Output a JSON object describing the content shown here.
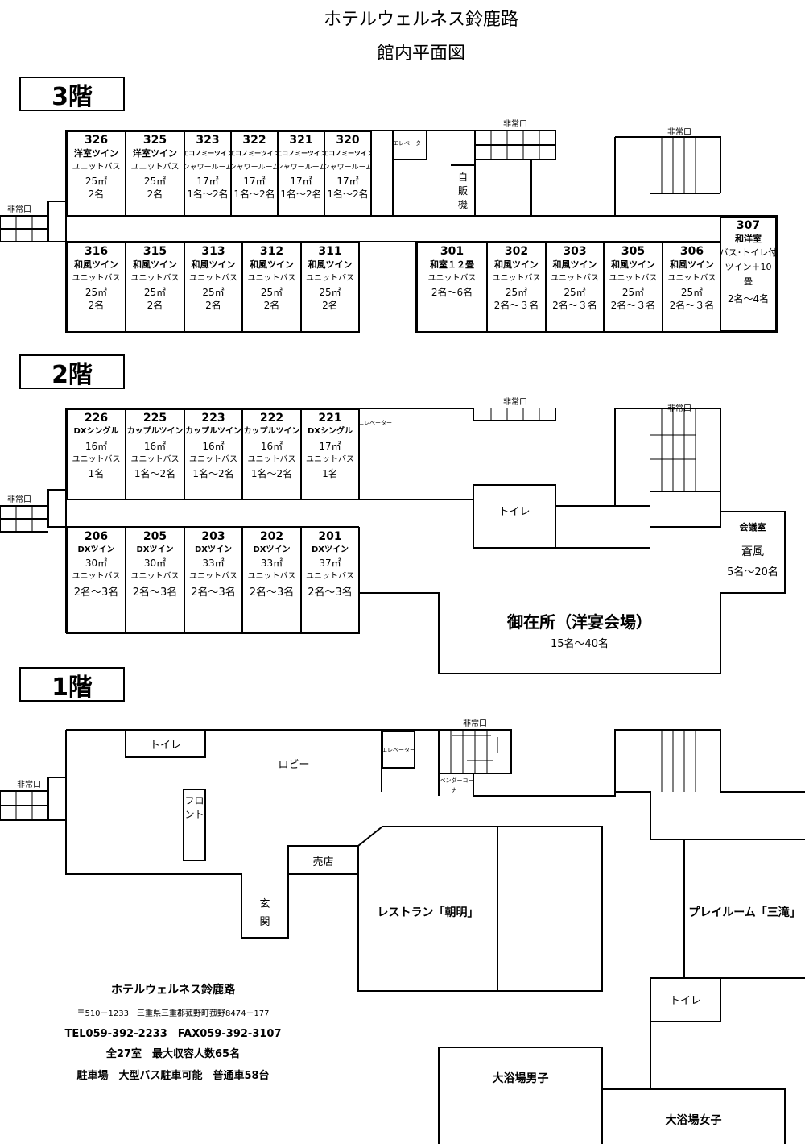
{
  "header": {
    "hotel_name": "ホテルウェルネス鈴鹿路",
    "subtitle": "館内平面図"
  },
  "floors": {
    "f3": "3階",
    "f2": "2階",
    "f1": "1階"
  },
  "labels": {
    "emergency_exit": "非常口",
    "elevator": "エレベーター",
    "vending_1": "自",
    "vending_2": "販",
    "vending_3": "機",
    "toilet": "トイレ",
    "lobby": "ロビー",
    "front": "フロント",
    "entrance_1": "玄",
    "entrance_2": "関",
    "shop": "売店",
    "vendor_corner_1": "ベンダーコー",
    "vendor_corner_2": "ナー",
    "restaurant": "レストラン「朝明」",
    "playroom": "プレイルーム「三滝」",
    "bath_men": "大浴場男子",
    "bath_women": "大浴場女子",
    "meeting_title": "会議室",
    "meeting_name": "蒼風",
    "meeting_cap": "5名～20名",
    "banquet_name": "御在所（洋宴会場）",
    "banquet_cap": "15名～40名"
  },
  "rooms3_top": [
    {
      "no": "326",
      "type": "洋室ツイン",
      "bath": "ユニットバス",
      "area": "25㎡",
      "cap": "2名"
    },
    {
      "no": "325",
      "type": "洋室ツイン",
      "bath": "ユニットバス",
      "area": "25㎡",
      "cap": "2名"
    },
    {
      "no": "323",
      "type": "エコノミーツイン",
      "bath": "シャワールーム",
      "area": "17㎡",
      "cap": "1名～2名"
    },
    {
      "no": "322",
      "type": "エコノミーツイン",
      "bath": "シャワールーム",
      "area": "17㎡",
      "cap": "1名～2名"
    },
    {
      "no": "321",
      "type": "エコノミーツイン",
      "bath": "シャワールーム",
      "area": "17㎡",
      "cap": "1名～2名"
    },
    {
      "no": "320",
      "type": "エコノミーツイン",
      "bath": "シャワールーム",
      "area": "17㎡",
      "cap": "1名～2名"
    }
  ],
  "rooms3_bottom_left": [
    {
      "no": "316",
      "type": "和風ツイン",
      "bath": "ユニットバス",
      "area": "25㎡",
      "cap": "2名"
    },
    {
      "no": "315",
      "type": "和風ツイン",
      "bath": "ユニットバス",
      "area": "25㎡",
      "cap": "2名"
    },
    {
      "no": "313",
      "type": "和風ツイン",
      "bath": "ユニットバス",
      "area": "25㎡",
      "cap": "2名"
    },
    {
      "no": "312",
      "type": "和風ツイン",
      "bath": "ユニットバス",
      "area": "25㎡",
      "cap": "2名"
    },
    {
      "no": "311",
      "type": "和風ツイン",
      "bath": "ユニットバス",
      "area": "25㎡",
      "cap": "2名"
    }
  ],
  "rooms3_bottom_right": [
    {
      "no": "301",
      "type": "和室１２畳",
      "bath": "ユニットバス",
      "area": "",
      "cap": "2名～6名"
    },
    {
      "no": "302",
      "type": "和風ツイン",
      "bath": "ユニットバス",
      "area": "25㎡",
      "cap": "2名～３名"
    },
    {
      "no": "303",
      "type": "和風ツイン",
      "bath": "ユニットバス",
      "area": "25㎡",
      "cap": "2名～３名"
    },
    {
      "no": "305",
      "type": "和風ツイン",
      "bath": "ユニットバス",
      "area": "25㎡",
      "cap": "2名～３名"
    },
    {
      "no": "306",
      "type": "和風ツイン",
      "bath": "ユニットバス",
      "area": "25㎡",
      "cap": "2名～３名"
    }
  ],
  "room307": {
    "no": "307",
    "type": "和洋室",
    "bath": "バス･トイレ付",
    "extra1": "ツイン＋10",
    "extra2": "畳",
    "cap": "2名～4名"
  },
  "rooms2_top": [
    {
      "no": "226",
      "type": "DXシングル",
      "area": "16㎡",
      "bath": "ユニットバス",
      "cap": "1名"
    },
    {
      "no": "225",
      "type": "カップルツイン",
      "area": "16㎡",
      "bath": "ユニットバス",
      "cap": "1名～2名"
    },
    {
      "no": "223",
      "type": "カップルツイン",
      "area": "16㎡",
      "bath": "ユニットバス",
      "cap": "1名～2名"
    },
    {
      "no": "222",
      "type": "カップルツイン",
      "area": "16㎡",
      "bath": "ユニットバス",
      "cap": "1名～2名"
    },
    {
      "no": "221",
      "type": "DXシングル",
      "area": "17㎡",
      "bath": "ユニットバス",
      "cap": "1名"
    }
  ],
  "rooms2_bottom": [
    {
      "no": "206",
      "type": "DXツイン",
      "area": "30㎡",
      "bath": "ユニットバス",
      "cap": "2名～3名"
    },
    {
      "no": "205",
      "type": "DXツイン",
      "area": "30㎡",
      "bath": "ユニットバス",
      "cap": "2名～3名"
    },
    {
      "no": "203",
      "type": "DXツイン",
      "area": "33㎡",
      "bath": "ユニットバス",
      "cap": "2名～3名"
    },
    {
      "no": "202",
      "type": "DXツイン",
      "area": "33㎡",
      "bath": "ユニットバス",
      "cap": "2名～3名"
    },
    {
      "no": "201",
      "type": "DXツイン",
      "area": "37㎡",
      "bath": "ユニットバス",
      "cap": "2名～3名"
    }
  ],
  "footer": {
    "name": "ホテルウェルネス鈴鹿路",
    "address": "〒510－1233　三重県三重郡菰野町菰野8474－177",
    "tel": "TEL059-392-2233　FAX059-392-3107",
    "rooms": "全27室　最大収容人数65名",
    "parking": "駐車場　大型バス駐車可能　普通車58台"
  }
}
